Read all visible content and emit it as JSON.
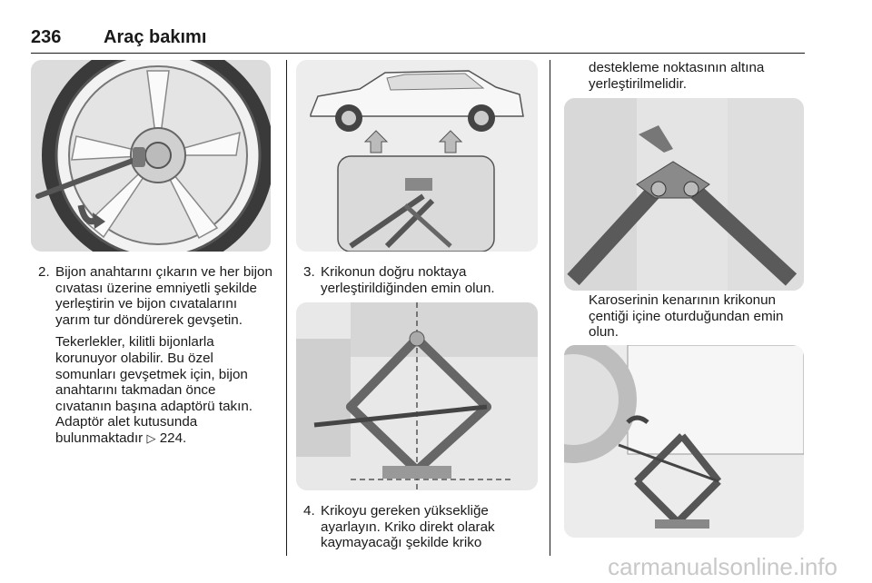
{
  "header": {
    "page_number": "236",
    "title": "Araç bakımı"
  },
  "col1": {
    "step2_num": "2.",
    "step2_text": "Bijon anahtarını çıkarın ve her bijon cıvatası üzerine emniyetli şekilde yerleştirin ve bijon cıvatalarını yarım tur döndürerek gevşetin.",
    "para_text": "Tekerlekler, kilitli bijonlarla korunuyor olabilir. Bu özel somunları gevşetmek için, bijon anahtarını takmadan önce cıvatanın başına adaptörü takın. Adaptör alet kutusunda bulunmaktadır",
    "ref_icon": "▷",
    "ref_page": "224."
  },
  "col2": {
    "step3_num": "3.",
    "step3_text": "Krikonun doğru noktaya yerleştirildiğinden emin olun.",
    "step4_num": "4.",
    "step4_text": "Krikoyu gereken yüksekliğe ayarlayın. Kriko direkt olarak kaymayacağı şekilde kriko"
  },
  "col3": {
    "cont_text": "destekleme noktasının altına yerleştirilmelidir.",
    "para_text": "Karoserinin kenarının krikonun çentiği içine oturduğundan emin olun."
  },
  "watermark": "carmanualsonline.info"
}
